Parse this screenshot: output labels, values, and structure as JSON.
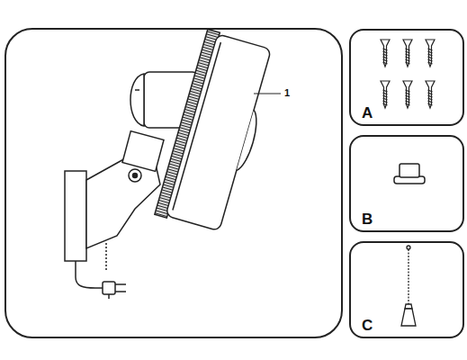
{
  "diagram": {
    "nodes": [
      {
        "text": [
          "A"
        ]
      },
      {
        "text": [
          "B"
        ]
      },
      {
        "text": [
          "C"
        ]
      }
    ],
    "labels": [
      "1"
    ]
  }
}
